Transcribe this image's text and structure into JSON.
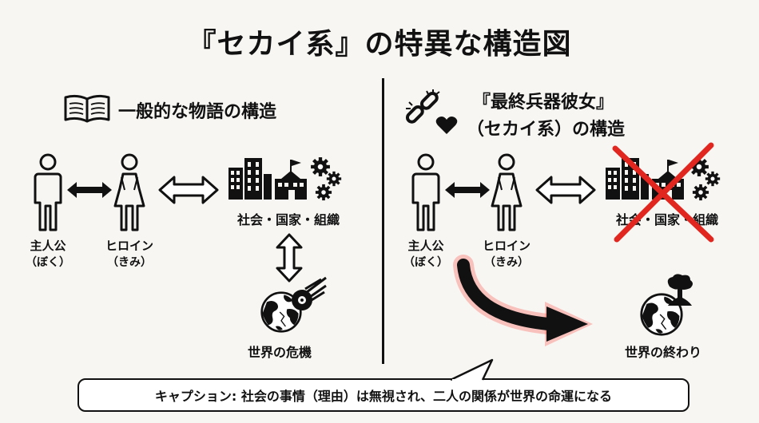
{
  "title": "『セカイ系』の特異な構造図",
  "left": {
    "heading": "一般的な物語の構造",
    "boy": {
      "name": "主人公",
      "sub": "（ぼく）"
    },
    "girl": {
      "name": "ヒロイン",
      "sub": "（きみ）"
    },
    "society": "社会・国家・組織",
    "crisis": "世界の危機"
  },
  "right": {
    "heading_line1": "『最終兵器彼女』",
    "heading_line2": "（セカイ系）の構造",
    "boy": {
      "name": "主人公",
      "sub": "（ぼく）"
    },
    "girl": {
      "name": "ヒロイン",
      "sub": "（きみ）"
    },
    "society": "社会・国家・組織",
    "ending": "世界の終わり"
  },
  "caption": "キャプション: 社会の事情（理由）は無視され、二人の関係が世界の命運になる",
  "colors": {
    "cross": "#e0261f",
    "glow": "#ff3b30",
    "ink": "#111111",
    "background": "#f7f6f3"
  },
  "icons": [
    "book-icon",
    "broken-chain-icon",
    "heart-icon",
    "man-icon",
    "woman-icon",
    "building-icon",
    "flag-icon",
    "gear-icon",
    "earth-icon",
    "meteor-icon",
    "mushroom-cloud-icon"
  ]
}
